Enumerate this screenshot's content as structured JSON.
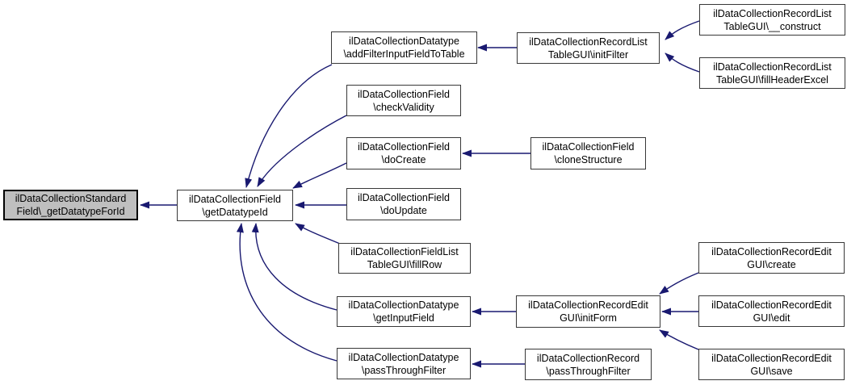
{
  "diagram": {
    "type": "call-graph",
    "colors": {
      "edge": "#191970",
      "node_border": "#383838",
      "node_fill": "#ffffff",
      "highlight_fill": "#bfbfbf",
      "text": "#000000",
      "background": "#ffffff"
    },
    "nodes": [
      {
        "id": "getDatatypeForId",
        "line1": "ilDataCollectionStandard",
        "line2": "Field\\_getDatatypeForId",
        "highlighted": true
      },
      {
        "id": "getDatatypeId",
        "line1": "ilDataCollectionField",
        "line2": "\\getDatatypeId",
        "highlighted": false
      },
      {
        "id": "addFilterInputFieldToTable",
        "line1": "ilDataCollectionDatatype",
        "line2": "\\addFilterInputFieldToTable",
        "highlighted": false
      },
      {
        "id": "initFilter",
        "line1": "ilDataCollectionRecordList",
        "line2": "TableGUI\\initFilter",
        "highlighted": false
      },
      {
        "id": "construct",
        "line1": "ilDataCollectionRecordList",
        "line2": "TableGUI\\__construct",
        "highlighted": false
      },
      {
        "id": "fillHeaderExcel",
        "line1": "ilDataCollectionRecordList",
        "line2": "TableGUI\\fillHeaderExcel",
        "highlighted": false
      },
      {
        "id": "checkValidity",
        "line1": "ilDataCollectionField",
        "line2": "\\checkValidity",
        "highlighted": false
      },
      {
        "id": "doCreate",
        "line1": "ilDataCollectionField",
        "line2": "\\doCreate",
        "highlighted": false
      },
      {
        "id": "cloneStructure",
        "line1": "ilDataCollectionField",
        "line2": "\\cloneStructure",
        "highlighted": false
      },
      {
        "id": "doUpdate",
        "line1": "ilDataCollectionField",
        "line2": "\\doUpdate",
        "highlighted": false
      },
      {
        "id": "fillRow",
        "line1": "ilDataCollectionFieldList",
        "line2": "TableGUI\\fillRow",
        "highlighted": false
      },
      {
        "id": "getInputField",
        "line1": "ilDataCollectionDatatype",
        "line2": "\\getInputField",
        "highlighted": false
      },
      {
        "id": "initForm",
        "line1": "ilDataCollectionRecordEdit",
        "line2": "GUI\\initForm",
        "highlighted": false
      },
      {
        "id": "create",
        "line1": "ilDataCollectionRecordEdit",
        "line2": "GUI\\create",
        "highlighted": false
      },
      {
        "id": "edit",
        "line1": "ilDataCollectionRecordEdit",
        "line2": "GUI\\edit",
        "highlighted": false
      },
      {
        "id": "save",
        "line1": "ilDataCollectionRecordEdit",
        "line2": "GUI\\save",
        "highlighted": false
      },
      {
        "id": "datatypePassThroughFilter",
        "line1": "ilDataCollectionDatatype",
        "line2": "\\passThroughFilter",
        "highlighted": false
      },
      {
        "id": "recordPassThroughFilter",
        "line1": "ilDataCollectionRecord",
        "line2": "\\passThroughFilter",
        "highlighted": false
      }
    ],
    "edges": [
      {
        "from": "getDatatypeId",
        "to": "getDatatypeForId"
      },
      {
        "from": "addFilterInputFieldToTable",
        "to": "getDatatypeId"
      },
      {
        "from": "checkValidity",
        "to": "getDatatypeId"
      },
      {
        "from": "doCreate",
        "to": "getDatatypeId"
      },
      {
        "from": "doUpdate",
        "to": "getDatatypeId"
      },
      {
        "from": "fillRow",
        "to": "getDatatypeId"
      },
      {
        "from": "getInputField",
        "to": "getDatatypeId"
      },
      {
        "from": "datatypePassThroughFilter",
        "to": "getDatatypeId"
      },
      {
        "from": "initFilter",
        "to": "addFilterInputFieldToTable"
      },
      {
        "from": "construct",
        "to": "initFilter"
      },
      {
        "from": "fillHeaderExcel",
        "to": "initFilter"
      },
      {
        "from": "cloneStructure",
        "to": "doCreate"
      },
      {
        "from": "initForm",
        "to": "getInputField"
      },
      {
        "from": "create",
        "to": "initForm"
      },
      {
        "from": "edit",
        "to": "initForm"
      },
      {
        "from": "save",
        "to": "initForm"
      },
      {
        "from": "recordPassThroughFilter",
        "to": "datatypePassThroughFilter"
      }
    ]
  }
}
